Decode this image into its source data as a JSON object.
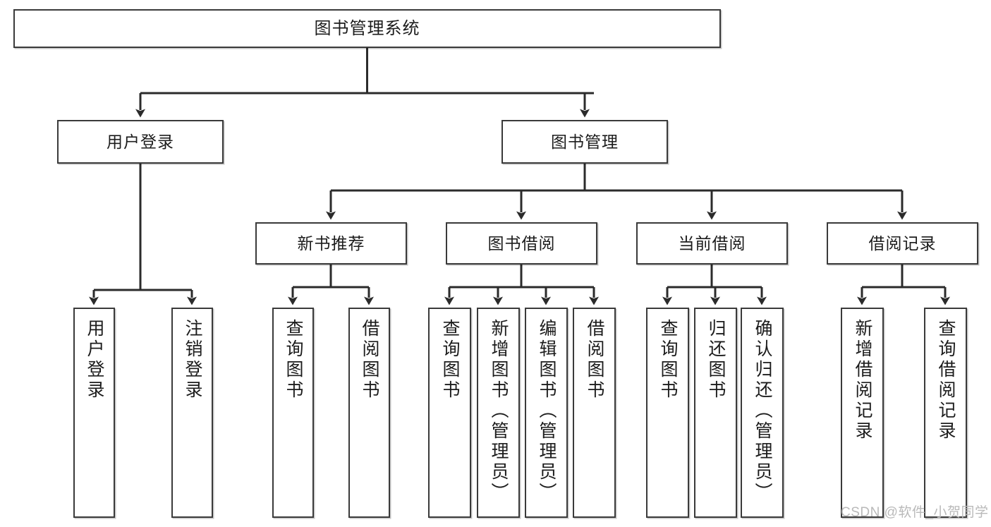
{
  "diagram": {
    "type": "tree",
    "title": "图书管理系统",
    "root": {
      "label": "图书管理系统"
    },
    "level2": [
      {
        "label": "用户登录"
      },
      {
        "label": "图书管理"
      }
    ],
    "level3": [
      {
        "label": "新书推荐"
      },
      {
        "label": "图书借阅"
      },
      {
        "label": "当前借阅"
      },
      {
        "label": "借阅记录"
      }
    ],
    "leaves": {
      "user_login": [
        {
          "label": "用户登录"
        },
        {
          "label": "注销登录"
        }
      ],
      "new_book_recommend": [
        {
          "label": "查询图书"
        },
        {
          "label": "借阅图书"
        }
      ],
      "book_borrow": [
        {
          "label": "查询图书"
        },
        {
          "label": "新增图书（管理员）"
        },
        {
          "label": "编辑图书（管理员）"
        },
        {
          "label": "借阅图书"
        }
      ],
      "current_borrow": [
        {
          "label": "查询图书"
        },
        {
          "label": "归还图书"
        },
        {
          "label": "确认归还（管理员）"
        }
      ],
      "borrow_record": [
        {
          "label": "新增借阅记录"
        },
        {
          "label": "查询借阅记录"
        }
      ]
    }
  },
  "watermark": {
    "text": "CSDN @软件_小贺同学"
  },
  "colors": {
    "background": "#ffffff",
    "border": "#3a3a3a",
    "text": "#1c1c1c",
    "watermark": "#b9b9b9",
    "connector": "#2b2b2b"
  }
}
